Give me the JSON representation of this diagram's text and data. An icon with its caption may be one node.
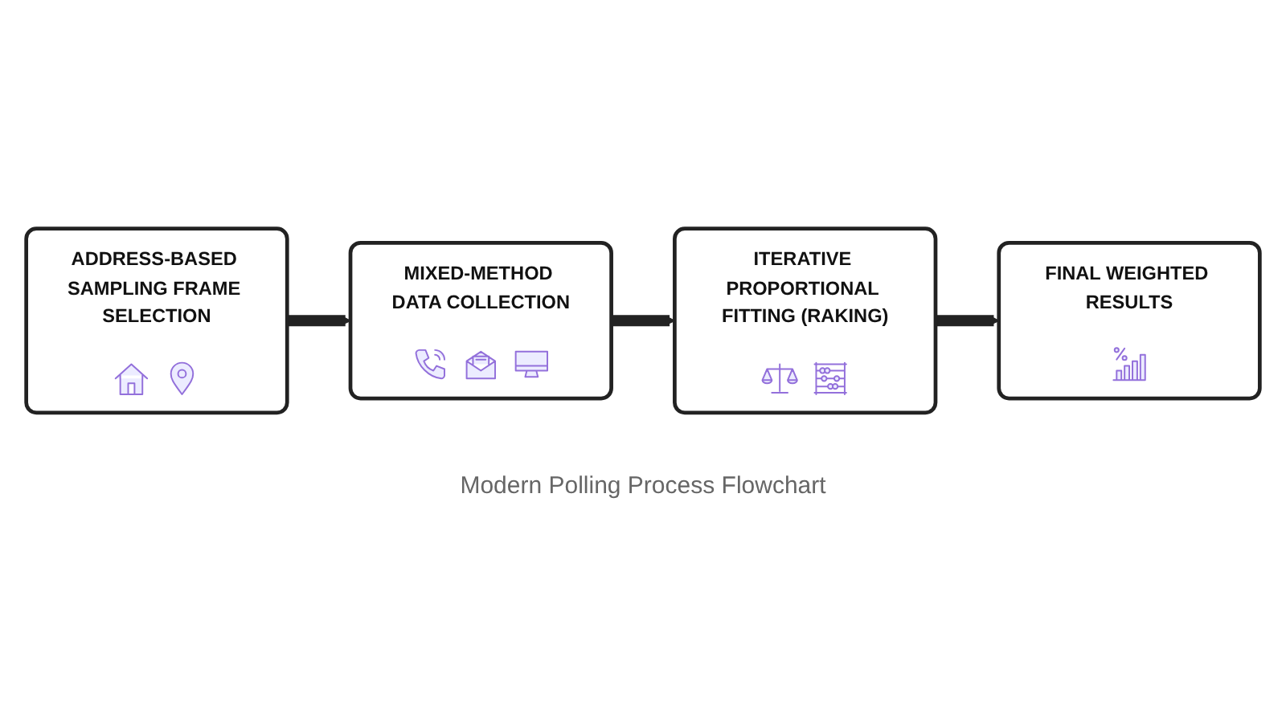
{
  "diagram": {
    "caption": "Modern Polling Process Flowchart",
    "nodes": [
      {
        "text": [
          "ADDRESS-BASED SAMPLING FRAME SELECTION"
        ]
      },
      {
        "text": [
          "MIXED-METHOD DATA COLLECTION"
        ]
      },
      {
        "text": [
          "ITERATIVE PROPORTIONAL FITTING (RAKING)"
        ]
      },
      {
        "text": [
          "FINAL WEIGHTED RESULTS"
        ]
      }
    ],
    "edges": [
      {
        "from": 0,
        "to": 1,
        "arrow": "to"
      },
      {
        "from": 1,
        "to": 2,
        "arrow": "to"
      },
      {
        "from": 2,
        "to": 3,
        "arrow": "to"
      }
    ]
  }
}
